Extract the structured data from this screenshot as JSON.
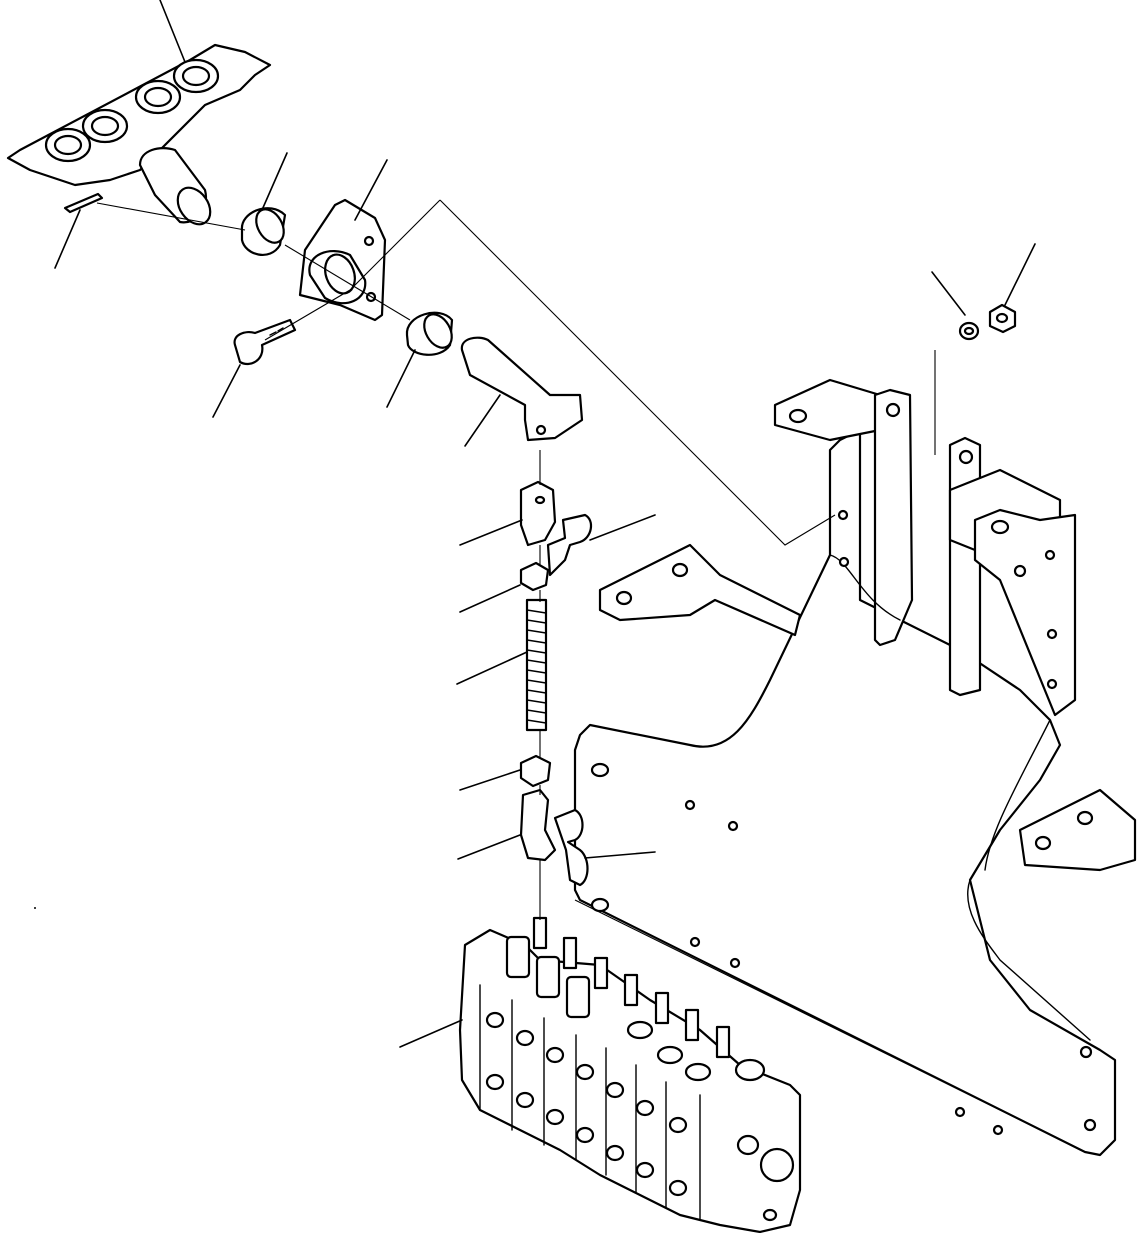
{
  "diagram": {
    "type": "exploded-parts-view",
    "components": [
      "pedal-plate",
      "roll-pin",
      "bushing-upper",
      "bracket",
      "bolt",
      "bushing-lower",
      "pedal-shaft-lever",
      "clevis-upper",
      "clip-pin-upper",
      "lock-nut-upper",
      "threaded-rod",
      "lock-nut-lower",
      "clevis-lower",
      "clip-pin-lower",
      "control-valve",
      "frame-plate",
      "washer",
      "nut"
    ],
    "colors": {
      "ink": "#000000",
      "paper": "#ffffff"
    }
  }
}
